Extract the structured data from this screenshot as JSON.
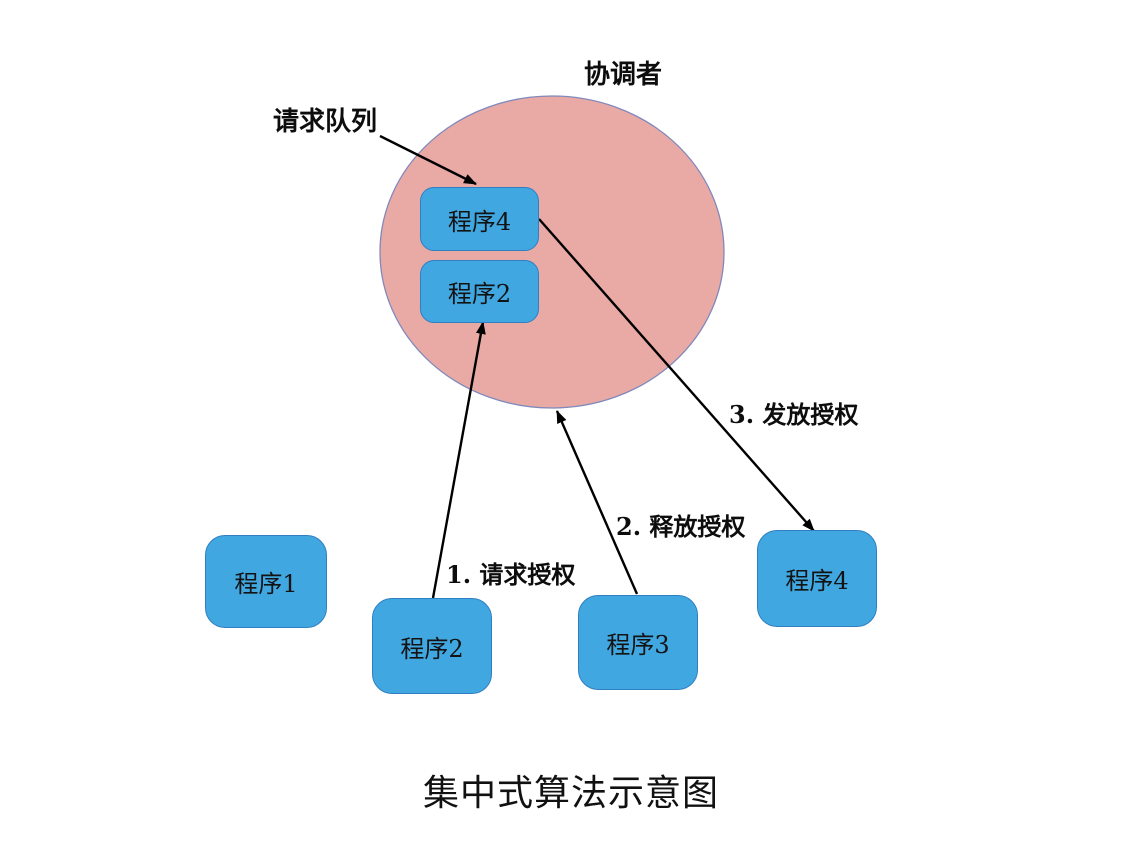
{
  "diagram_title": "集中式算法示意图",
  "coordinator": {
    "label": "协调者"
  },
  "request_queue": {
    "label": "请求队列",
    "items": [
      {
        "label": "程序4"
      },
      {
        "label": "程序2"
      }
    ]
  },
  "processes": [
    {
      "label": "程序1"
    },
    {
      "label": "程序2"
    },
    {
      "label": "程序3"
    },
    {
      "label": "程序4"
    }
  ],
  "flow_labels": [
    {
      "label": "1. 请求授权"
    },
    {
      "label": "2. 释放授权"
    },
    {
      "label": "3. 发放授权"
    }
  ],
  "colors": {
    "coordinator_fill": "#e9aaa5",
    "coordinator_border": "#8089bb",
    "process_fill": "#41a7e1",
    "process_border": "#2f7fc1",
    "arrow": "#000000",
    "background": "#ffffff",
    "text": "#0d0d0d"
  }
}
